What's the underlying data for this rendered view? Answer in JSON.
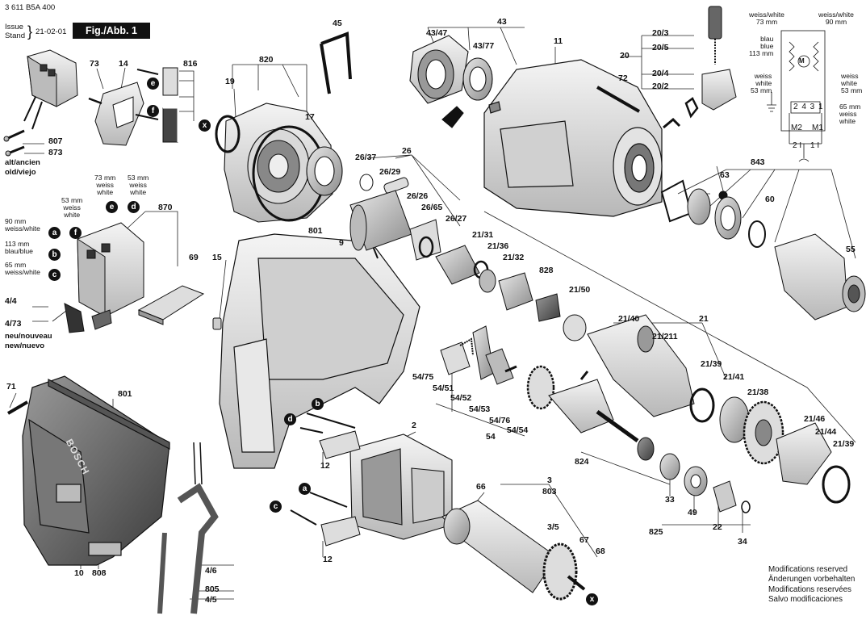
{
  "header": {
    "doc_number": "3 611 B5A 400",
    "issue_label": "Issue",
    "stand_label": "Stand",
    "issue_date": "21-02-01",
    "figure_label": "Fig./Abb. 1"
  },
  "notes": {
    "old_label_1": "alt/ancien",
    "old_label_2": "old/viejo",
    "new_label_1": "neu/nouveau",
    "new_label_2": "new/nuevo",
    "modifications": [
      "Modifications reserved",
      "Änderungen vorbehalten",
      "Modifications reservées",
      "Salvo modificaciones"
    ]
  },
  "wire_labels": {
    "w73_a": "73 mm",
    "w73_b": "weiss",
    "w73_c": "white",
    "w53_a": "53 mm",
    "w53_b": "weiss",
    "w53_c": "white",
    "w53l_a": "53 mm",
    "w53l_b": "weiss",
    "w53l_c": "white",
    "w90_a": "90 mm",
    "w90_b": "weiss/white",
    "w113_a": "113 mm",
    "w113_b": "blau/blue",
    "w65_a": "65 mm",
    "w65_b": "weiss/white"
  },
  "wiring": {
    "tl_a": "weiss/white",
    "tl_b": "73 mm",
    "tr_a": "weiss/white",
    "tr_b": "90 mm",
    "bl_a": "blau",
    "bl_b": "blue",
    "bl_c": "113 mm",
    "wl_a": "weiss",
    "wl_b": "white",
    "wl_c": "53 mm",
    "wr_a": "weiss",
    "wr_b": "white",
    "wr_c": "53 mm",
    "rb_a": "65 mm",
    "rb_b": "weiss",
    "rb_c": "white",
    "terminals": "2 4 3 1",
    "m2": "M2",
    "m1": "M1",
    "t21": "2 I",
    "t11": "1 I",
    "motor": "M"
  },
  "callouts": {
    "a": "a",
    "b": "b",
    "c": "c",
    "d": "d",
    "e": "e",
    "f": "f",
    "x": "x"
  },
  "parts": {
    "p807": "807",
    "p873": "873",
    "p73": "73",
    "p14": "14",
    "p816": "816",
    "p19": "19",
    "p820": "820",
    "p17": "17",
    "p45": "45",
    "p43_47": "43/47",
    "p43": "43",
    "p43_77": "43/77",
    "p11": "11",
    "p20_3": "20/3",
    "p20_5": "20/5",
    "p20": "20",
    "p20_4": "20/4",
    "p20_2": "20/2",
    "p72": "72",
    "p870": "870",
    "p26_37": "26/37",
    "p26": "26",
    "p26_29": "26/29",
    "p26_26": "26/26",
    "p26_65": "26/65",
    "p26_27": "26/27",
    "p63": "63",
    "p843": "843",
    "p60": "60",
    "p55": "55",
    "p69": "69",
    "p15": "15",
    "p801a": "801",
    "p9": "9",
    "p21_31": "21/31",
    "p21_36": "21/36",
    "p21_32": "21/32",
    "p828": "828",
    "p21_50": "21/50",
    "p4_4": "4/4",
    "p4_73": "4/73",
    "p21_40": "21/40",
    "p21_211": "21/211",
    "p21": "21",
    "p21_39a": "21/39",
    "p21_41": "21/41",
    "p21_38": "21/38",
    "p54_75": "54/75",
    "p54_51": "54/51",
    "p54_52": "54/52",
    "p54_53": "54/53",
    "p54_76": "54/76",
    "p54_54": "54/54",
    "p54": "54",
    "p71": "71",
    "p801b": "801",
    "p2": "2",
    "p12a": "12",
    "p824": "824",
    "p21_46": "21/46",
    "p21_44": "21/44",
    "p21_39b": "21/39",
    "p66": "66",
    "p3": "3",
    "p803": "803",
    "p3_5": "3/5",
    "p67": "67",
    "p68": "68",
    "p33": "33",
    "p49": "49",
    "p22": "22",
    "p825": "825",
    "p34": "34",
    "p12b": "12",
    "p10": "10",
    "p808": "808",
    "p4_6": "4/6",
    "p805": "805",
    "p4_5": "4/5"
  },
  "housing_brand": "BOSCH"
}
